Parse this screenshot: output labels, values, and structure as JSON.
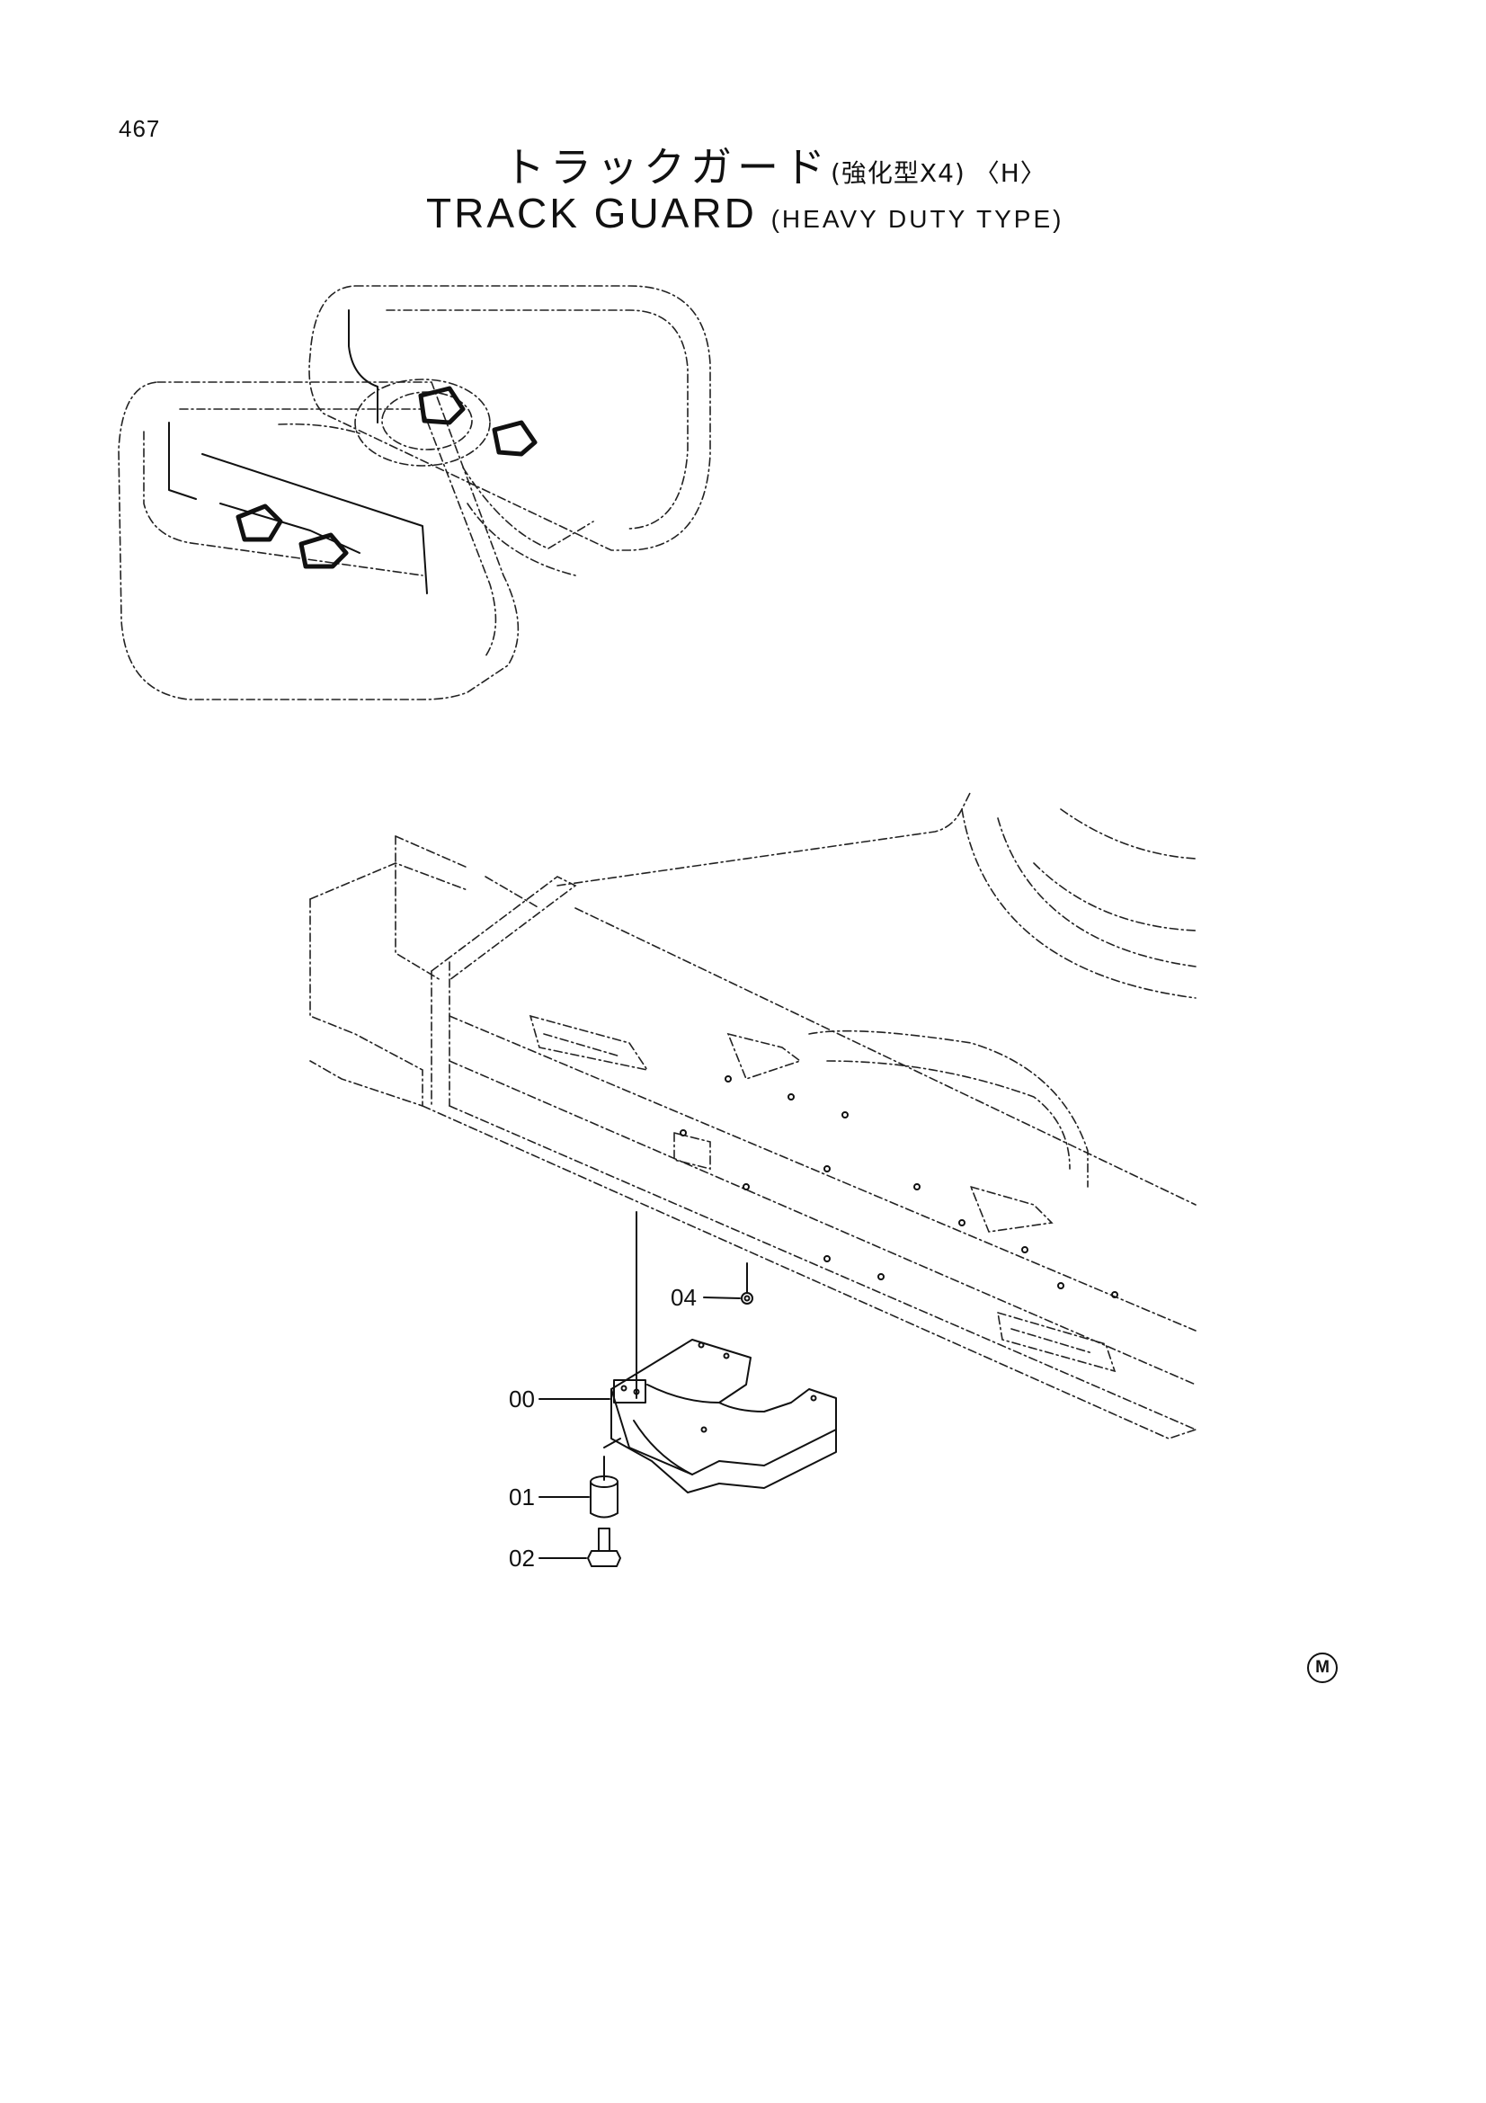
{
  "page": {
    "number": "467"
  },
  "title": {
    "jp_main": "トラックガード",
    "jp_sub": "(強化型X4) 〈H〉",
    "en_main": "TRACK GUARD",
    "en_sub": "(HEAVY DUTY TYPE)"
  },
  "callouts": [
    "04",
    "00",
    "01",
    "02"
  ],
  "corner_mark": "M"
}
